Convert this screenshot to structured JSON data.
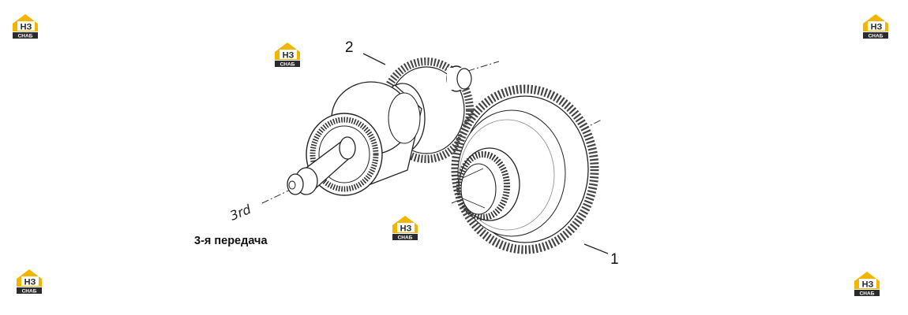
{
  "diagram": {
    "caption": "3-я передача",
    "handwritten_label": "3rd",
    "callouts": [
      {
        "id": "1",
        "label": "1"
      },
      {
        "id": "2",
        "label": "2"
      }
    ]
  },
  "watermark": {
    "brand_top": "НЗ",
    "brand_bottom": "СНАБ",
    "colors": {
      "yellow": "#f2b600",
      "dark": "#2b2b2b"
    }
  }
}
